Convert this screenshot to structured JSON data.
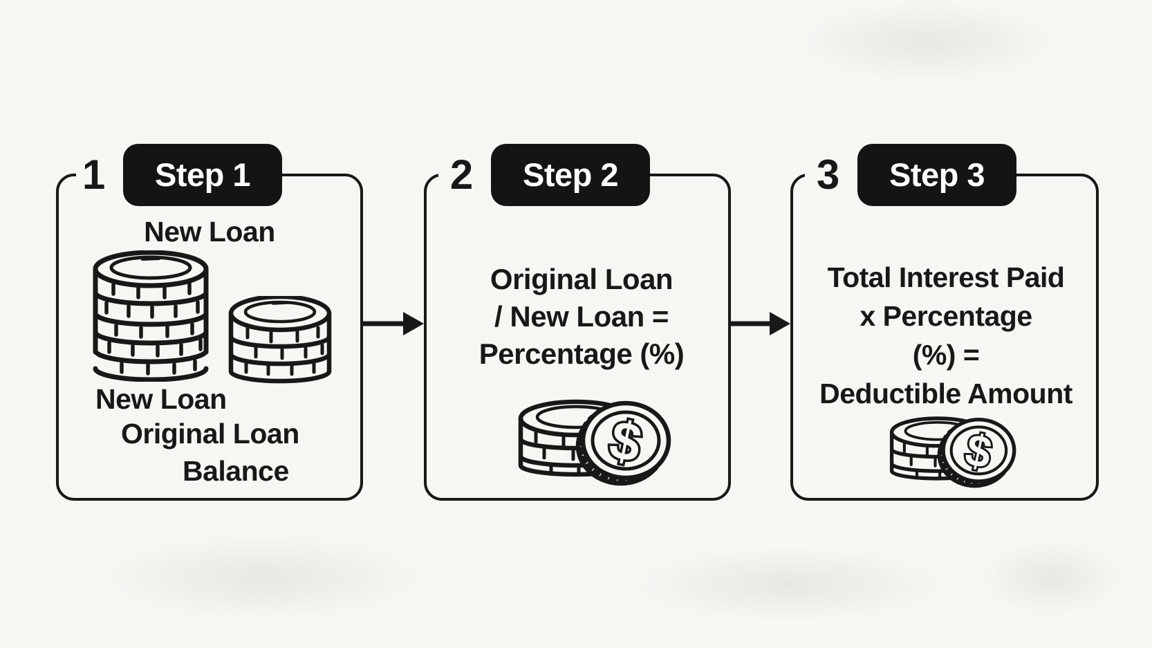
{
  "colors": {
    "background": "#f7f6f3",
    "ink": "#181818",
    "badge_background": "#141414",
    "badge_text": "#ffffff"
  },
  "steps": [
    {
      "number": "1",
      "badge": "Step 1",
      "heading": "New Loan",
      "caption_lines": [
        "New Loan",
        "Original Loan",
        "Balance"
      ],
      "icons": [
        "tall-coin-stack",
        "short-coin-stack"
      ]
    },
    {
      "number": "2",
      "badge": "Step 2",
      "formula_lines": [
        "Original Loan",
        "/ New Loan =",
        "Percentage (%)"
      ],
      "icons": [
        "dollar-coins"
      ]
    },
    {
      "number": "3",
      "badge": "Step 3",
      "formula_lines": [
        "Total Interest Paid",
        "x Percentage",
        "(%) =",
        "Deductible Amount"
      ],
      "icons": [
        "dollar-coins"
      ]
    }
  ],
  "arrows": [
    {
      "icon": "arrow-right"
    },
    {
      "icon": "arrow-right"
    }
  ]
}
